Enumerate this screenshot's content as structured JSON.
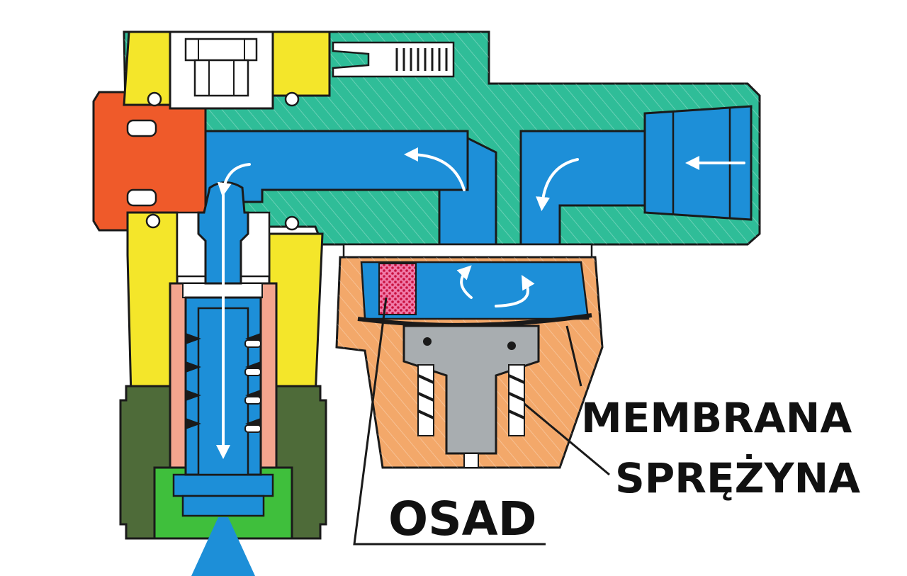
{
  "labels": {
    "membrana": "MEMBRANA",
    "sprezyna": "SPRĘŻYNA",
    "osad": "OSAD"
  },
  "colors": {
    "body_green": "#2fbd98",
    "water_blue": "#1d8fd8",
    "nut_orange": "#ef5a2a",
    "yellow_part": "#f4e62a",
    "pink_chamber": "#f4a58e",
    "cap_orange": "#f3a86a",
    "plunger_gray": "#a8adb0",
    "dark_green_nut": "#4e6b39",
    "seat_green": "#3fbf3c",
    "sediment_red": "#e0245e",
    "outline": "#1a1a1a"
  },
  "icons": {
    "flow_arrow": "curved-flow-arrow-icon",
    "inlet_arrow": "left-arrow-icon",
    "spray_cone": "spray-cone-icon"
  }
}
